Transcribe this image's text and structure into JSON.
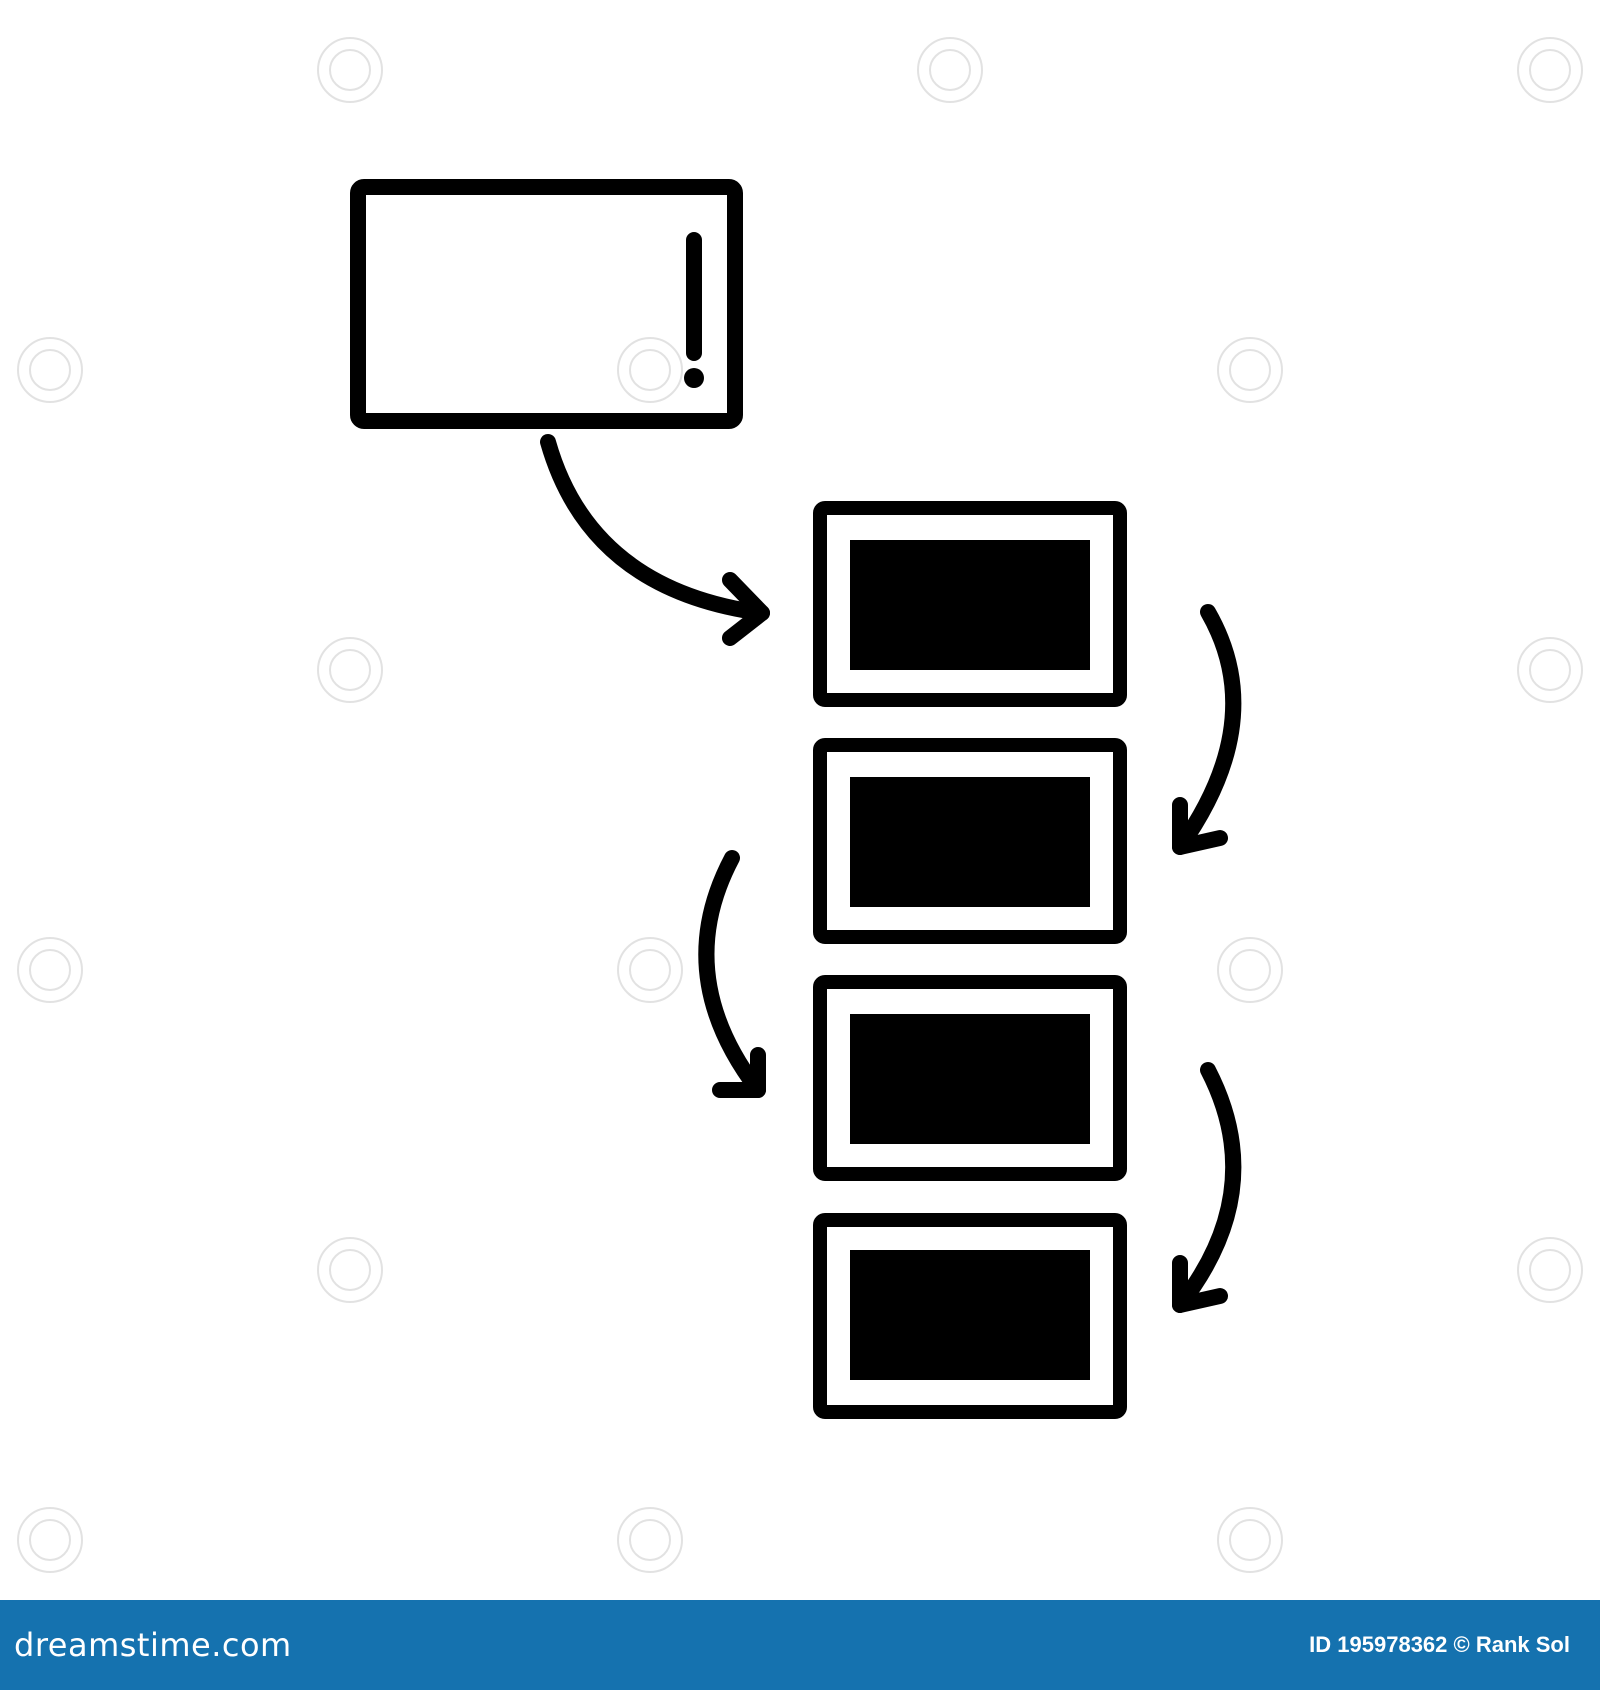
{
  "watermark": {
    "brand": "dreamstime.com",
    "id_label": "ID 195978362",
    "author": "© Rank Sol"
  },
  "colors": {
    "ink": "#000000",
    "footer": "#1572af",
    "footer_text": "#ffffff"
  },
  "icon": {
    "name": "queue-process-icon",
    "boxes_in_stack": 4,
    "arrows": 4
  }
}
